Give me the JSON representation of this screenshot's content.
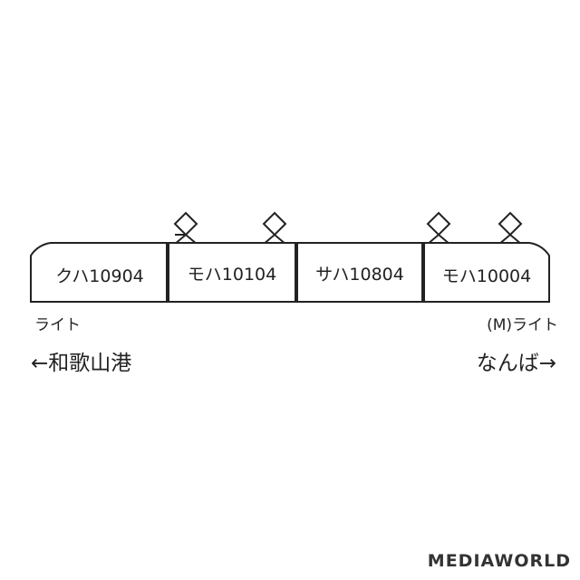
{
  "cars": [
    {
      "label": "クハ10904"
    },
    {
      "label": "モハ10104"
    },
    {
      "label": "サハ10804"
    },
    {
      "label": "モハ10004"
    }
  ],
  "captions": {
    "left_light": "ライト",
    "left_destination": "←和歌山港",
    "right_light": "(M)ライト",
    "right_destination": "なんば→"
  },
  "watermark": "MEDIAWORLD"
}
